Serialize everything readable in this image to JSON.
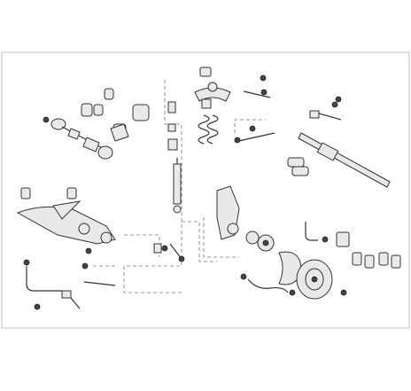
{
  "diagram": {
    "style": {
      "frame_color": "#bfbfbf",
      "line_color": "#555555",
      "part_fill": "#e9e9e9",
      "part_stroke": "#333333"
    },
    "parts": [
      "drive-shaft-left",
      "cv-boot-set",
      "upper-control-arm",
      "coil-spring",
      "shock-absorber",
      "steering-knuckle",
      "steering-rack",
      "lower-control-arm",
      "stabilizer-bar",
      "wheel-hub",
      "brake-disc",
      "brake-pads",
      "abs-sensor",
      "tie-rod"
    ]
  }
}
